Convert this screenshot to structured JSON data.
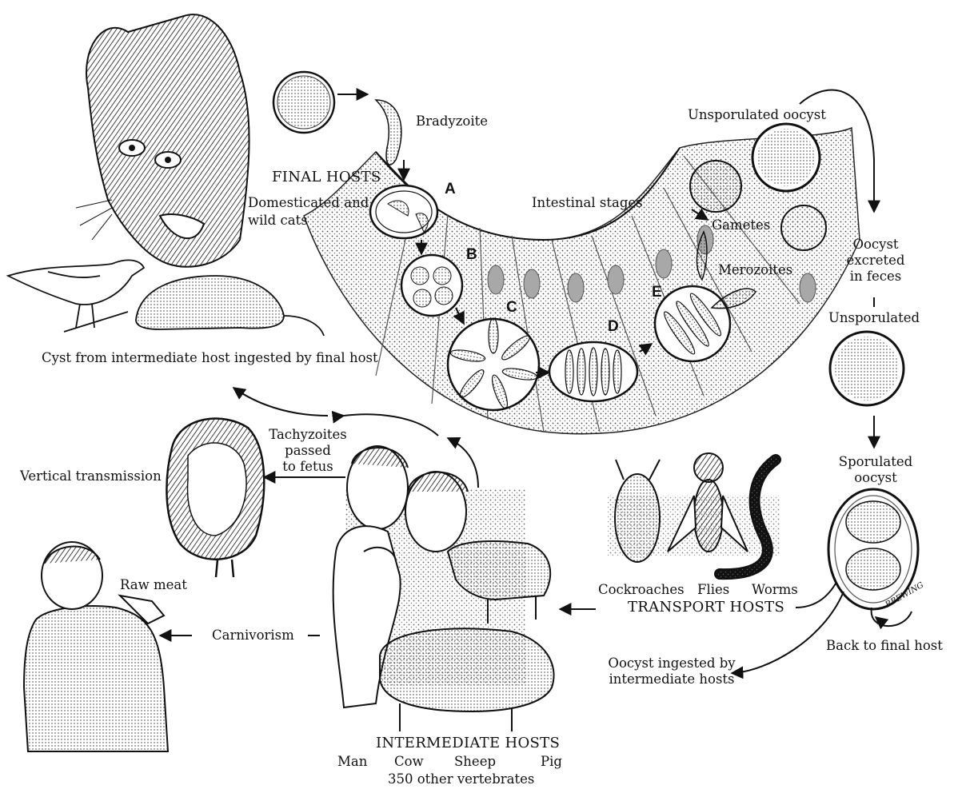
{
  "labels": {
    "bradyzoite": "Bradyzoite",
    "final_hosts": "FINAL HOSTS",
    "domesticated": "Domesticated and",
    "wild_cats": "wild cats",
    "intestinal_stages": "Intestinal stages",
    "unsporulated_oocyst": "Unsporulated oocyst",
    "gametes": "Gametes",
    "merozoites": "Merozoites",
    "oocyst_excreted": "Oocyst\nexcreted\nin feces",
    "unsporulated": "Unsporulated",
    "sporulated_oocyst": "Sporulated\noocyst",
    "back_to_final_host": "Back to final host",
    "cyst_ingested": "Cyst from intermediate host ingested by final host",
    "tachyzoites": "Tachyzoites\npassed\nto fetus",
    "vertical_transmission": "Vertical transmission",
    "raw_meat": "Raw meat",
    "carnivorism": "Carnivorism",
    "cockroaches": "Cockroaches",
    "flies": "Flies",
    "worms": "Worms",
    "transport_hosts": "TRANSPORT HOSTS",
    "oocyst_ingested": "Oocyst ingested by\nintermediate hosts",
    "intermediate_hosts": "INTERMEDIATE HOSTS",
    "man": "Man",
    "cow": "Cow",
    "sheep": "Sheep",
    "pig": "Pig",
    "other_vertebrates": "350 other vertebrates",
    "signature": "RBEWING"
  },
  "stage_letters": [
    "A",
    "B",
    "C",
    "D",
    "E"
  ],
  "colors": {
    "ink": "#111111",
    "paper": "#ffffff",
    "stipple": "#bdbdbd",
    "shade": "#9a9a9a"
  }
}
